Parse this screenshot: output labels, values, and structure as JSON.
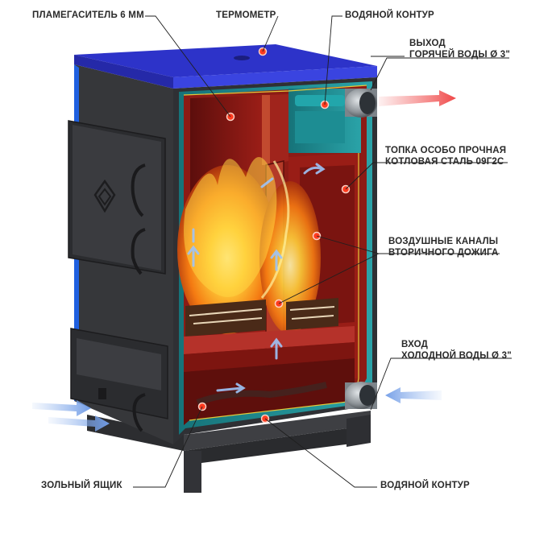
{
  "labels": {
    "flame_diffuser": "ПЛАМЕГАСИТЕЛЬ 6 ММ",
    "thermometer": "ТЕРМОМЕТР",
    "water_jacket_top": "ВОДЯНОЙ КОНТУР",
    "hot_outlet_line1": "ВЫХОД",
    "hot_outlet_line2": "ГОРЯЧЕЙ ВОДЫ Ø 3\"",
    "firebox_line1": "ТОПКА  ОСОБО ПРОЧНАЯ",
    "firebox_line2": "КОТЛОВАЯ СТАЛЬ 09Г2С",
    "air_channels_line1": "ВОЗДУШНЫЕ КАНАЛЫ",
    "air_channels_line2": "ВТОРИЧНОГО ДОЖИГА",
    "cold_inlet_line1": "ВХОД",
    "cold_inlet_line2": "ХОЛОДНОЙ ВОДЫ Ø 3\"",
    "ash_box": "ЗОЛЬНЫЙ ЯЩИК",
    "water_jacket_bottom": "ВОДЯНОЙ КОНТУР"
  },
  "colors": {
    "body_steel": "#3a3b3e",
    "top_cover": "#2f33c8",
    "firebox_red": "#7c1512",
    "water_teal": "#1f8c92",
    "hot_arrow": "#f06a6a",
    "cold_arrow": "#8fb4ec",
    "marker": "#ff3b1f"
  },
  "icons": [
    "flame-icon",
    "hot-water-arrow-icon",
    "cold-water-arrow-icon",
    "air-flow-arrow-icon",
    "boiler-logo-icon"
  ]
}
